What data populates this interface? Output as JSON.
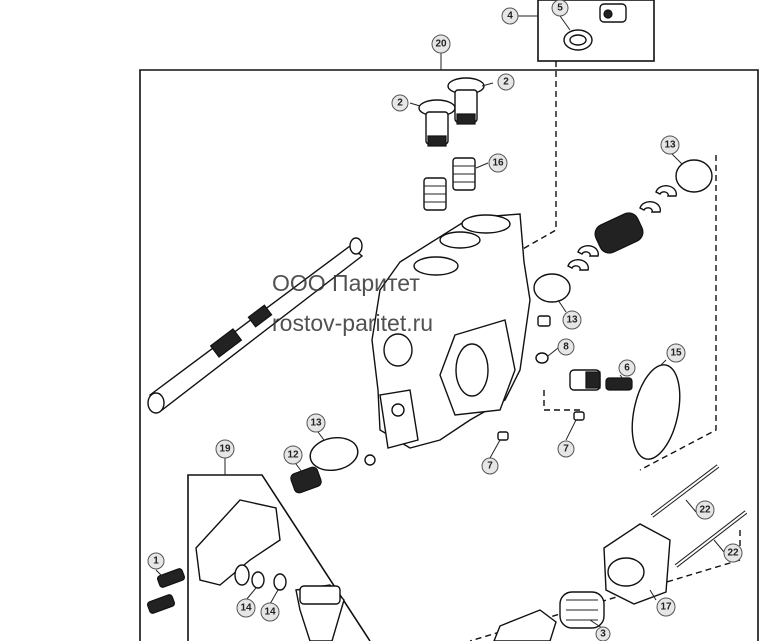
{
  "watermark": {
    "company": "ООО Паритет",
    "site": "rostov-paritet.ru"
  },
  "callouts": [
    {
      "id": "c4a",
      "label": "4"
    },
    {
      "id": "c5",
      "label": "5"
    },
    {
      "id": "c20",
      "label": "20"
    },
    {
      "id": "c2a",
      "label": "2"
    },
    {
      "id": "c2b",
      "label": "2"
    },
    {
      "id": "c16",
      "label": "16"
    },
    {
      "id": "c13a",
      "label": "13"
    },
    {
      "id": "c13b",
      "label": "13"
    },
    {
      "id": "c8",
      "label": "8"
    },
    {
      "id": "c6",
      "label": "6"
    },
    {
      "id": "c15",
      "label": "15"
    },
    {
      "id": "c7a",
      "label": "7"
    },
    {
      "id": "c7b",
      "label": "7"
    },
    {
      "id": "c13c",
      "label": "13"
    },
    {
      "id": "c12",
      "label": "12"
    },
    {
      "id": "c19",
      "label": "19"
    },
    {
      "id": "c1",
      "label": "1"
    },
    {
      "id": "c14a",
      "label": "14"
    },
    {
      "id": "c14b",
      "label": "14"
    },
    {
      "id": "c22a",
      "label": "22"
    },
    {
      "id": "c22b",
      "label": "22"
    },
    {
      "id": "c17",
      "label": "17"
    },
    {
      "id": "c3",
      "label": "3"
    }
  ]
}
